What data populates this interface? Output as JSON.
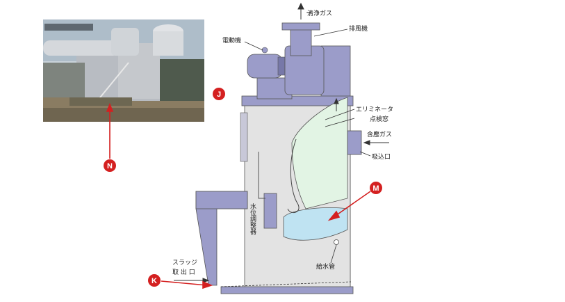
{
  "labels": {
    "clean_gas": "清浄ガス",
    "exhaust_fan": "排風機",
    "motor": "電動機",
    "eliminator": "エリミネータ",
    "inspection_window": "点検窓",
    "dust_gas": "含塵ガス",
    "intake": "吸込口",
    "water_level_regulator": "水位調整器",
    "water_supply_pipe": "給水管",
    "sludge_line1": "スラッジ",
    "sludge_line2": "取 出 口"
  },
  "markers": {
    "J": "J",
    "K": "K",
    "M": "M",
    "N": "N"
  },
  "colors": {
    "machine_body": "#9b9cc9",
    "machine_dark": "#7778a8",
    "panel_gray": "#e3e3e3",
    "liquid": "#bfe3f2",
    "gas_zone": "#e2f4e4",
    "marker_red": "#d42020"
  }
}
